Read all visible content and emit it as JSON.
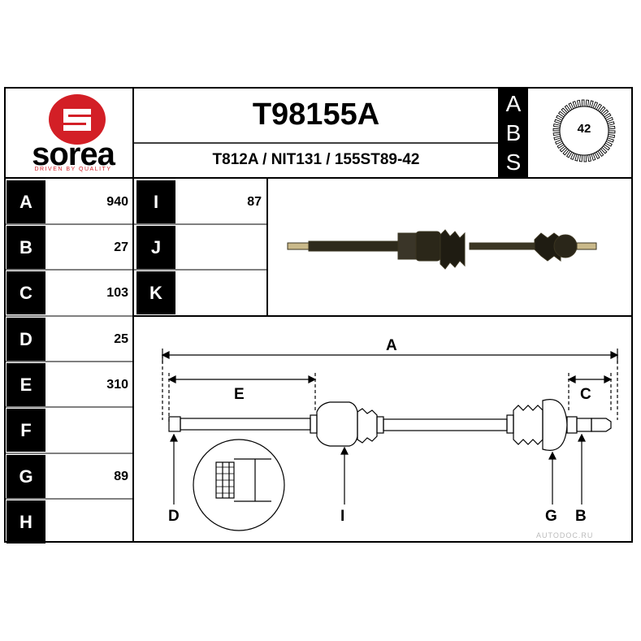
{
  "header": {
    "part_number": "T98155A",
    "cross_references": "T812A / NIT131 / 155ST89-42"
  },
  "brand": {
    "name": "sorea",
    "tagline": "DRIVEN BY QUALITY",
    "color": "#d31f26"
  },
  "abs": {
    "letters": [
      "A",
      "B",
      "S"
    ],
    "teeth": "42"
  },
  "specs": [
    {
      "label": "A",
      "value": "940"
    },
    {
      "label": "B",
      "value": "27"
    },
    {
      "label": "C",
      "value": "103"
    },
    {
      "label": "D",
      "value": "25"
    },
    {
      "label": "E",
      "value": "310"
    },
    {
      "label": "F",
      "value": ""
    },
    {
      "label": "G",
      "value": "89"
    },
    {
      "label": "H",
      "value": ""
    }
  ],
  "specs_extra": [
    {
      "label": "I",
      "value": "87"
    },
    {
      "label": "J",
      "value": ""
    },
    {
      "label": "K",
      "value": ""
    }
  ],
  "diagram": {
    "labels": {
      "A": "A",
      "E": "E",
      "C": "C",
      "D": "D",
      "I": "I",
      "G": "G",
      "B": "B"
    }
  },
  "watermark": "AUTODOC.RU"
}
